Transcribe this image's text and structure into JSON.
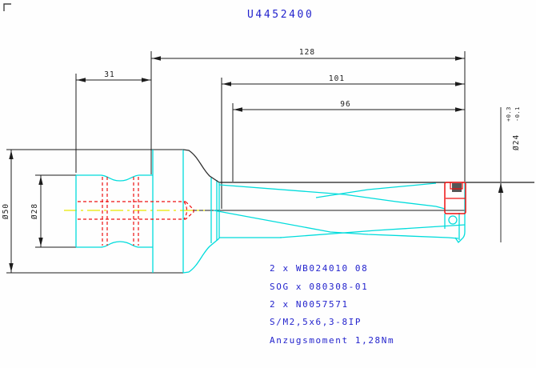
{
  "sheet": {
    "title": "U4452400"
  },
  "dimensions": {
    "shank_length": "31",
    "overall_length": "128",
    "body_length": "101",
    "flute_length": "96",
    "flange_diameter": "Ø50",
    "shank_diameter": "Ø28",
    "cutting_diameter": "Ø24",
    "tolerance_upper": "+0.3",
    "tolerance_lower": "-0.1"
  },
  "parts_list": {
    "line1": "2 x WB024010 08",
    "line2": "SOG x 080308-01",
    "line3": "2 x N0057571",
    "line4": "S/M2,5x6,3-8IP",
    "line5": "Anzugsmoment 1,28Nm"
  },
  "colors": {
    "outline_cyan": "#00dcdc",
    "hidden_red": "#ee1111",
    "centerline_yellow": "#e8e800",
    "dimension_black": "#1c1c1c",
    "annotation_blue": "#2323cd",
    "background": "#fefefe"
  }
}
